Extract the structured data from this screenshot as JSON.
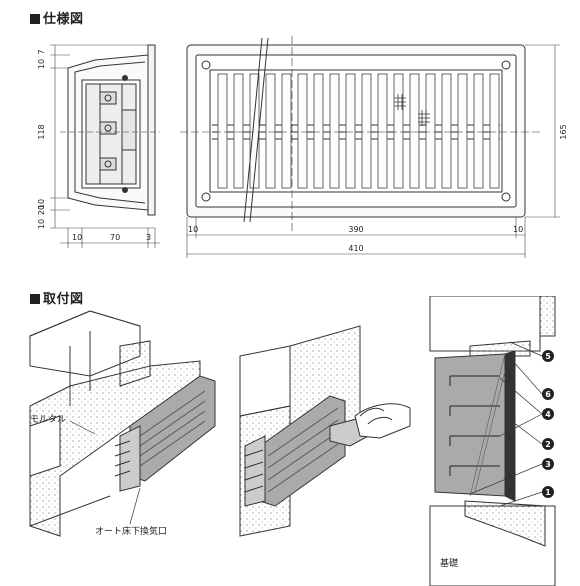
{
  "sections": {
    "spec_title": "仕様図",
    "install_title": "取付図"
  },
  "dims": {
    "side_left": [
      "7",
      "10",
      "118",
      "10",
      "20",
      "10"
    ],
    "side_bottom": [
      "10",
      "70",
      "3"
    ],
    "front_right": "165",
    "front_bottom_inner": [
      "10",
      "390",
      "10"
    ],
    "front_bottom_total": "410"
  },
  "install": {
    "label_mortar": "モルタル",
    "label_vent": "オート床下換気口",
    "label_foundation": "基礎",
    "callouts": [
      "5",
      "6",
      "4",
      "2",
      "3",
      "1"
    ]
  }
}
